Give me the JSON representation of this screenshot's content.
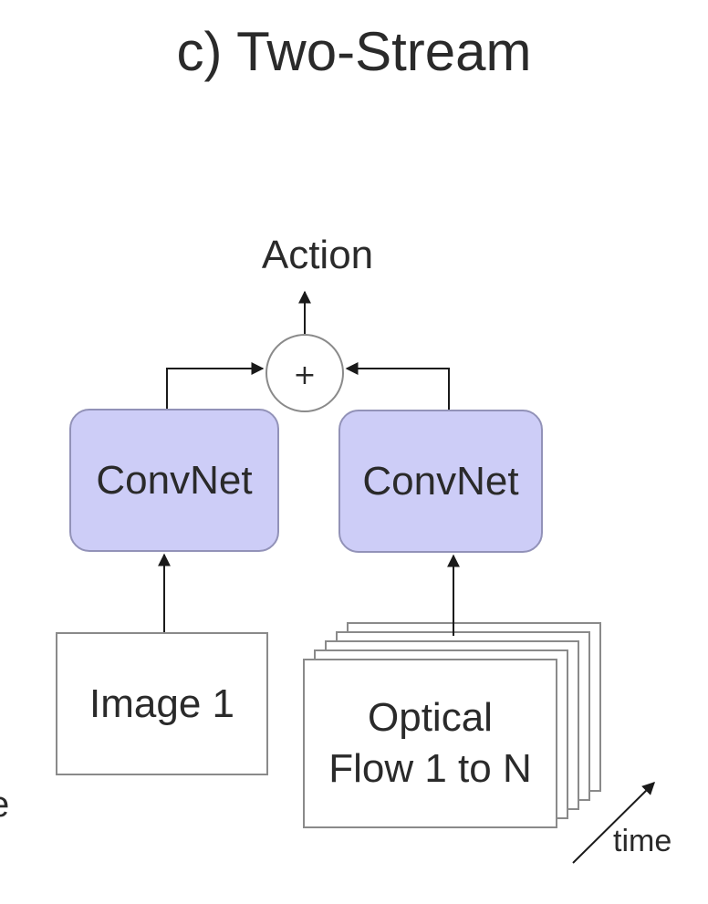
{
  "title": "c) Two-Stream",
  "output_label": "Action",
  "fusion_symbol": "+",
  "streams": [
    {
      "model": "ConvNet",
      "input": "Image 1"
    },
    {
      "model": "ConvNet",
      "input_lines": [
        "Optical",
        "Flow 1 to N"
      ]
    }
  ],
  "time_label": "time",
  "edge_fragment": "e",
  "colors": {
    "convnet_fill": "#cdcdf7",
    "convnet_border": "#9292b8",
    "frame_border": "#8a8a8a",
    "line": "#1a1a1a"
  }
}
